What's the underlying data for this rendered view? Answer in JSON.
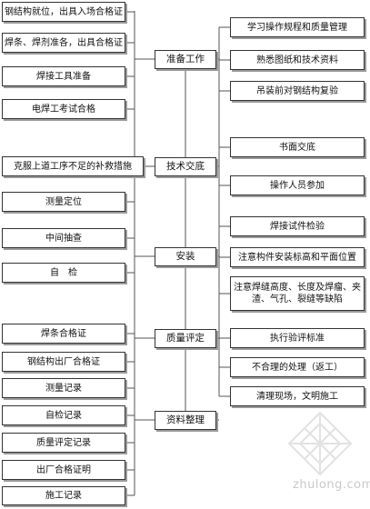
{
  "center_steps": [
    {
      "id": "prep",
      "label": "准备工作"
    },
    {
      "id": "tech",
      "label": "技术交底"
    },
    {
      "id": "install",
      "label": "安装"
    },
    {
      "id": "quality",
      "label": "质量评定"
    },
    {
      "id": "docs",
      "label": "资料整理"
    }
  ],
  "left_boxes": [
    {
      "label": "钢结构就位，出具入场合格证"
    },
    {
      "label": "焊条、焊剂准各，出具合格证"
    },
    {
      "label": "焊接工具准备"
    },
    {
      "label": "电焊工考试合格"
    },
    {
      "label": "克服上道工序不足的补救措施"
    },
    {
      "label": "测量定位"
    },
    {
      "label": "中间抽查"
    },
    {
      "label": "自　检"
    },
    {
      "label": "焊条合格证"
    },
    {
      "label": "钢结构出厂合格证"
    },
    {
      "label": "测量记录"
    },
    {
      "label": "自检记录"
    },
    {
      "label": "质量评定记录"
    },
    {
      "label": "出厂合格证明"
    },
    {
      "label": "施工记录"
    }
  ],
  "right_boxes": [
    {
      "label": "学习操作规程和质量管理"
    },
    {
      "label": "熟悉图纸和技术资料"
    },
    {
      "label": "吊装前对钢结构复验"
    },
    {
      "label": "书面交底"
    },
    {
      "label": "操作人员参加"
    },
    {
      "label": "焊接试件检验"
    },
    {
      "label": "注意构件安装标高和平面位置"
    },
    {
      "label": "注意焊缝高度、长度及焊瘤、夹渣、气孔、裂缝等缺陷"
    },
    {
      "label": "执行验评标准"
    },
    {
      "label": "不合理的处理（返工）"
    },
    {
      "label": "清理现场，文明施工"
    }
  ],
  "watermark": {
    "text": "zhulong.com",
    "icon": "zhulong-logo-icon"
  }
}
